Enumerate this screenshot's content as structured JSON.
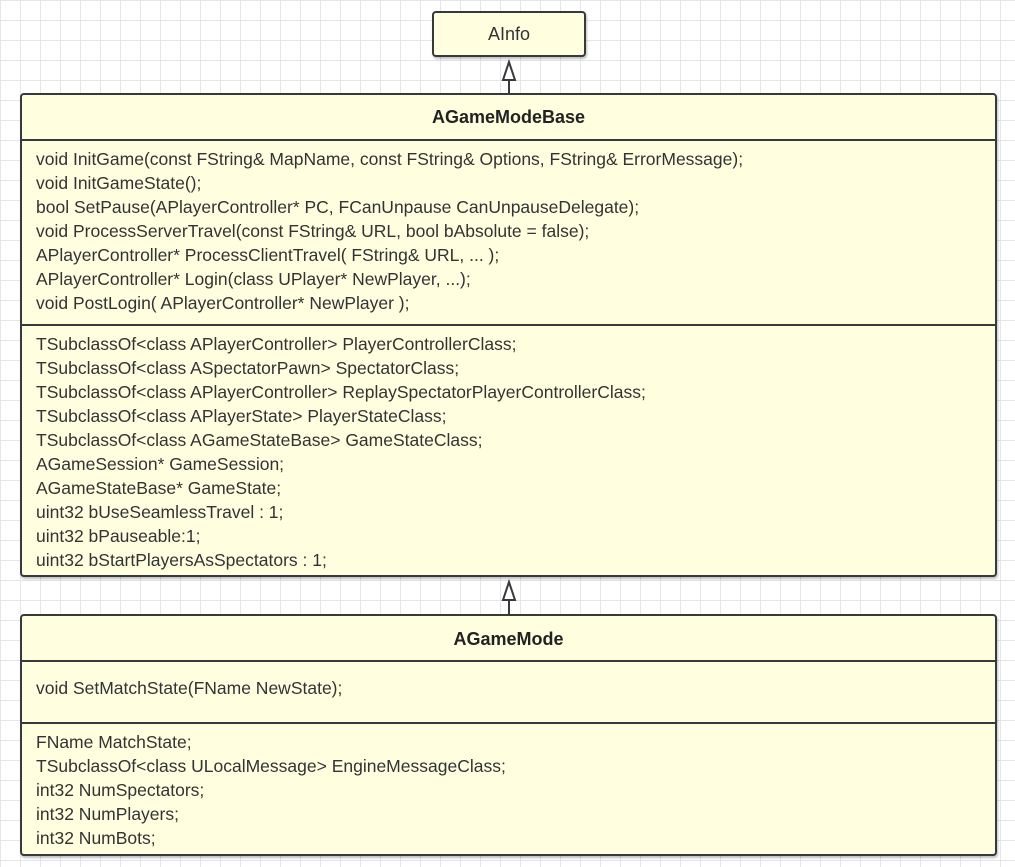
{
  "diagram": {
    "base_class": {
      "name": "AInfo"
    },
    "game_mode_base": {
      "name": "AGameModeBase",
      "methods": [
        "void InitGame(const FString& MapName, const FString& Options, FString& ErrorMessage);",
        "void InitGameState();",
        "bool SetPause(APlayerController* PC, FCanUnpause CanUnpauseDelegate);",
        "void ProcessServerTravel(const FString& URL, bool bAbsolute = false);",
        "APlayerController* ProcessClientTravel( FString& URL, ... );",
        "APlayerController* Login(class UPlayer* NewPlayer, ...);",
        "void PostLogin( APlayerController* NewPlayer );"
      ],
      "fields": [
        "TSubclassOf<class APlayerController> PlayerControllerClass;",
        "TSubclassOf<class ASpectatorPawn> SpectatorClass;",
        "TSubclassOf<class APlayerController> ReplaySpectatorPlayerControllerClass;",
        "TSubclassOf<class APlayerState> PlayerStateClass;",
        "TSubclassOf<class AGameStateBase> GameStateClass;",
        "AGameSession* GameSession;",
        "AGameStateBase* GameState;",
        "uint32 bUseSeamlessTravel : 1;",
        "uint32 bPauseable:1;",
        "uint32 bStartPlayersAsSpectators : 1;"
      ]
    },
    "game_mode": {
      "name": "AGameMode",
      "methods": [
        "void SetMatchState(FName NewState);"
      ],
      "fields": [
        "FName MatchState;",
        "TSubclassOf<class ULocalMessage> EngineMessageClass;",
        "int32 NumSpectators;",
        "int32 NumPlayers;",
        "int32 NumBots;"
      ]
    }
  }
}
